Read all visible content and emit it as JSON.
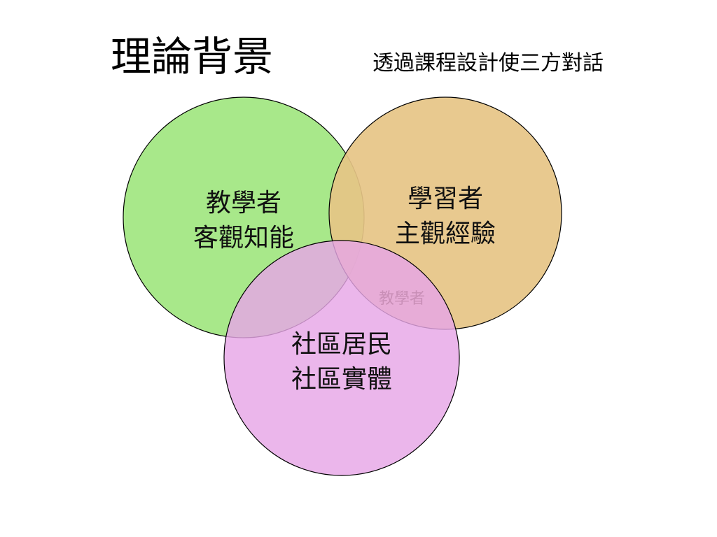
{
  "slide": {
    "title": "理論背景",
    "subtitle": "透過課程設計使三方對話"
  },
  "venn": {
    "circles": [
      {
        "id": "teacher",
        "line1": "教學者",
        "line2": "客觀知能",
        "color": "#a8e88a"
      },
      {
        "id": "learner",
        "line1": "學習者",
        "line2": "主觀經驗",
        "color": "#e6c486"
      },
      {
        "id": "community",
        "line1": "社區居民",
        "line2": "社區實體",
        "color": "#e6a6e6"
      }
    ],
    "overlap_label": "教學者"
  }
}
